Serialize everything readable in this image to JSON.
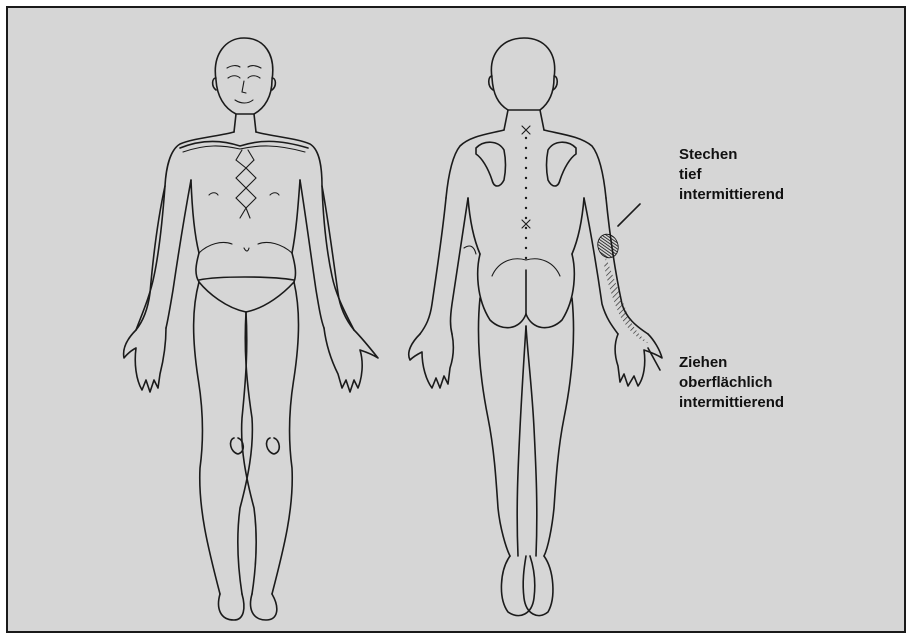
{
  "annotations": {
    "stabbing": [
      "Stechen",
      "tief",
      "intermittierend"
    ],
    "pulling": [
      "Ziehen",
      "oberflächlich",
      "intermittierend"
    ]
  },
  "colors": {
    "background": "#d6d6d6",
    "line": "#1b1b1b",
    "frame": "#1a1a1a"
  }
}
